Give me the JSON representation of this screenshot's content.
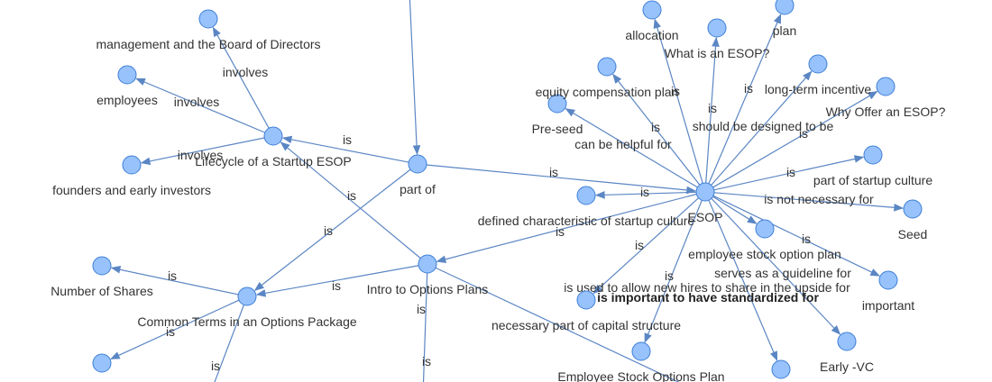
{
  "nodes": [
    {
      "id": "esop",
      "label": "ESOP"
    },
    {
      "id": "allocation",
      "label": "allocation"
    },
    {
      "id": "what_is",
      "label": "What is an ESOP?"
    },
    {
      "id": "plan",
      "label": "plan"
    },
    {
      "id": "long_term",
      "label": "long-term incentive"
    },
    {
      "id": "why_offer",
      "label": "Why Offer an ESOP?"
    },
    {
      "id": "equity_comp",
      "label": "equity compensation plan"
    },
    {
      "id": "pre_seed",
      "label": "Pre-seed"
    },
    {
      "id": "part_culture",
      "label": "part of startup culture"
    },
    {
      "id": "seed",
      "label": "Seed"
    },
    {
      "id": "defined_char",
      "label": "defined characteristic of startup culture"
    },
    {
      "id": "emp_stock_option",
      "label": "employee stock option plan"
    },
    {
      "id": "important",
      "label": "important"
    },
    {
      "id": "early_vc",
      "label": "Early -VC"
    },
    {
      "id": "serves_guideline",
      "label": ""
    },
    {
      "id": "necessary_part",
      "label": "necessary part of capital structure"
    },
    {
      "id": "esop_plan",
      "label": "Employee Stock Options Plan"
    },
    {
      "id": "part_of",
      "label": "part of"
    },
    {
      "id": "lifecycle",
      "label": "Lifecycle of a Startup ESOP"
    },
    {
      "id": "mgmt_board",
      "label": "management and the Board of Directors"
    },
    {
      "id": "employees",
      "label": "employees"
    },
    {
      "id": "founders",
      "label": "founders and early investors"
    },
    {
      "id": "intro_options",
      "label": "Intro to Options Plans"
    },
    {
      "id": "common_terms",
      "label": "Common Terms in an Options Package"
    },
    {
      "id": "num_shares",
      "label": "Number of Shares"
    },
    {
      "id": "term_bottom",
      "label": ""
    }
  ],
  "edges": [
    {
      "from": "esop",
      "to": "allocation",
      "label": "is"
    },
    {
      "from": "esop",
      "to": "what_is",
      "label": "is"
    },
    {
      "from": "esop",
      "to": "plan",
      "label": "is"
    },
    {
      "from": "esop",
      "to": "long_term",
      "label": "should be designed to be"
    },
    {
      "from": "esop",
      "to": "why_offer",
      "label": "is"
    },
    {
      "from": "esop",
      "to": "equity_comp",
      "label": "is"
    },
    {
      "from": "esop",
      "to": "pre_seed",
      "label": "can be helpful for"
    },
    {
      "from": "esop",
      "to": "part_culture",
      "label": "is"
    },
    {
      "from": "esop",
      "to": "seed",
      "label": "is not necessary for"
    },
    {
      "from": "esop",
      "to": "defined_char",
      "label": "is"
    },
    {
      "from": "esop",
      "to": "intro_options",
      "label": "is"
    },
    {
      "from": "esop",
      "to": "emp_stock_option",
      "label": ""
    },
    {
      "from": "esop",
      "to": "important",
      "label": "is"
    },
    {
      "from": "esop",
      "to": "early_vc",
      "label": "serves as a guideline for"
    },
    {
      "from": "esop",
      "to": "serves_guideline",
      "label": "is used to allow new hires to share in the upside for"
    },
    {
      "from": "esop",
      "to": "esop_plan",
      "label": "is"
    },
    {
      "from": "esop",
      "to": "necessary_part",
      "label": "is"
    },
    {
      "from": "part_of",
      "to": "esop",
      "label": "is"
    },
    {
      "from": "part_of",
      "to": "lifecycle",
      "label": "is"
    },
    {
      "from": "part_of",
      "to": "common_terms",
      "label": "is"
    },
    {
      "from": "lifecycle",
      "to": "mgmt_board",
      "label": "involves"
    },
    {
      "from": "lifecycle",
      "to": "employees",
      "label": "involves"
    },
    {
      "from": "lifecycle",
      "to": "founders",
      "label": "involves"
    },
    {
      "from": "intro_options",
      "to": "lifecycle",
      "label": "is"
    },
    {
      "from": "intro_options",
      "to": "common_terms",
      "label": "is"
    },
    {
      "from": "common_terms",
      "to": "num_shares",
      "label": "is"
    },
    {
      "from": "common_terms",
      "to": "term_bottom",
      "label": "is"
    },
    {
      "from": "top_offscreen",
      "to": "part_of",
      "label": ""
    },
    {
      "from": "intro_options",
      "to": "bottom_offscreen",
      "label": "is"
    },
    {
      "from": "intro_options",
      "to": "bottom_offscreen2",
      "label": "is"
    },
    {
      "from": "common_terms",
      "to": "bottom_offscreen3",
      "label": "is"
    }
  ],
  "highlight_label": "is important to have standardized for"
}
